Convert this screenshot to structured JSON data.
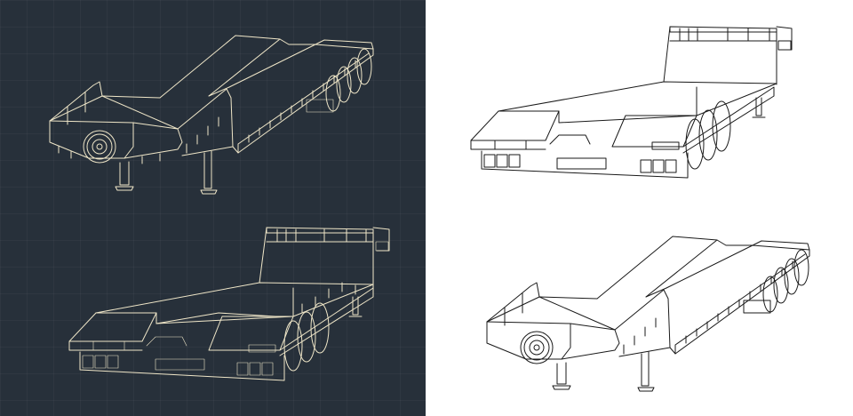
{
  "image": {
    "description": "Four technical line drawings of a multi-axle lowboy semi-trailer",
    "colors": {
      "dark_background": "#27303a",
      "dark_line": "#efe6c8",
      "light_background": "#ffffff",
      "light_line": "#1a1a1a"
    }
  },
  "panels": [
    {
      "id": "dark",
      "style": "blueprint",
      "views": [
        {
          "label": "Lowboy trailer – front isometric view (gooseneck, spare wheel, landing legs)"
        },
        {
          "label": "Lowboy trailer – rear isometric view (deck, rear axles, lights)"
        }
      ]
    },
    {
      "id": "light",
      "style": "line-art",
      "views": [
        {
          "label": "Lowboy trailer – rear isometric view (deck, rear axles, lights)"
        },
        {
          "label": "Lowboy trailer – front isometric view (gooseneck, spare wheel, landing legs)"
        }
      ]
    }
  ]
}
